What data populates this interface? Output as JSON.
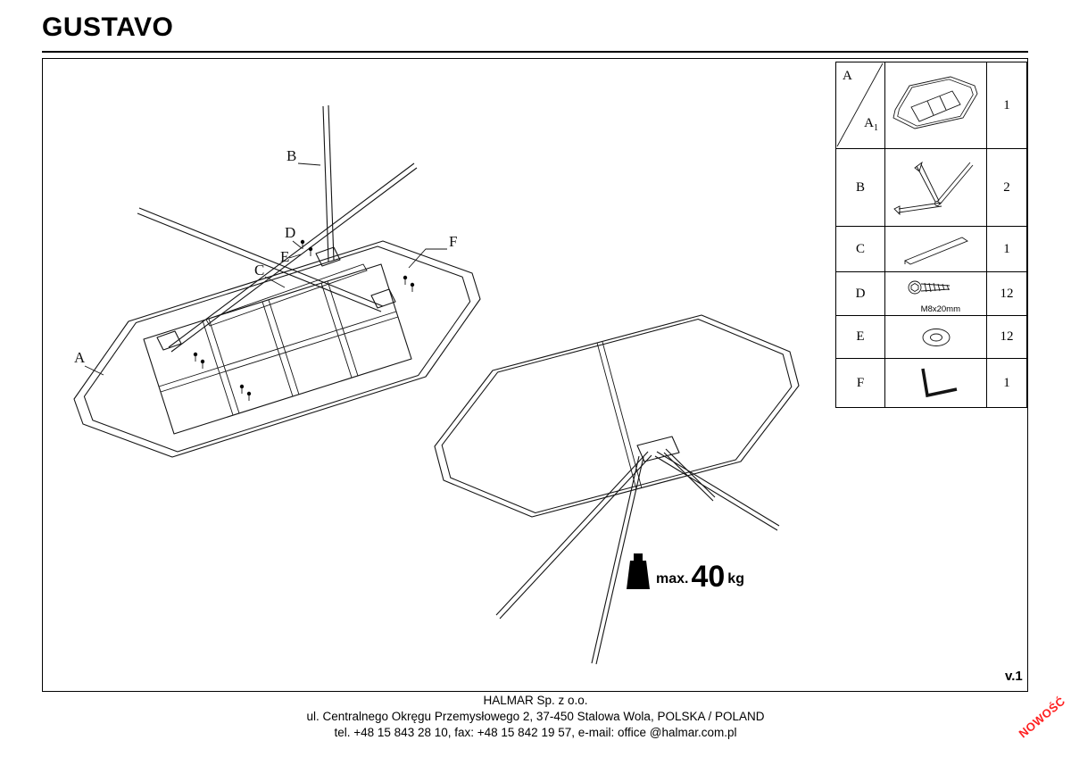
{
  "title": "GUSTAVO",
  "version": "v.1",
  "badge": "NOWOŚĆ",
  "colors": {
    "badge": "#ff2020",
    "ink": "#000000",
    "background": "#ffffff"
  },
  "weight_limit": {
    "prefix": "max.",
    "value": "40",
    "unit": "kg"
  },
  "callouts": {
    "a": "A",
    "b": "B",
    "c": "C",
    "d": "D",
    "e": "E",
    "f": "F"
  },
  "parts_table": {
    "rows": [
      {
        "id": "A",
        "id_sub": "A",
        "id_sub_index": "1",
        "part": "tabletop-frame",
        "qty": "1"
      },
      {
        "id": "B",
        "part": "leg-assembly",
        "qty": "2"
      },
      {
        "id": "C",
        "part": "support-bar",
        "qty": "1"
      },
      {
        "id": "D",
        "part": "bolt",
        "spec": "M8x20mm",
        "qty": "12"
      },
      {
        "id": "E",
        "part": "washer",
        "qty": "12"
      },
      {
        "id": "F",
        "part": "allen-key",
        "qty": "1"
      }
    ]
  },
  "footer": {
    "line1": "HALMAR Sp. z o.o.",
    "line2": "ul. Centralnego Okręgu Przemysłowego 2, 37-450 Stalowa Wola, POLSKA / POLAND",
    "line3": "tel. +48 15 843 28 10, fax: +48 15 842 19 57, e-mail: office @halmar.com.pl"
  }
}
